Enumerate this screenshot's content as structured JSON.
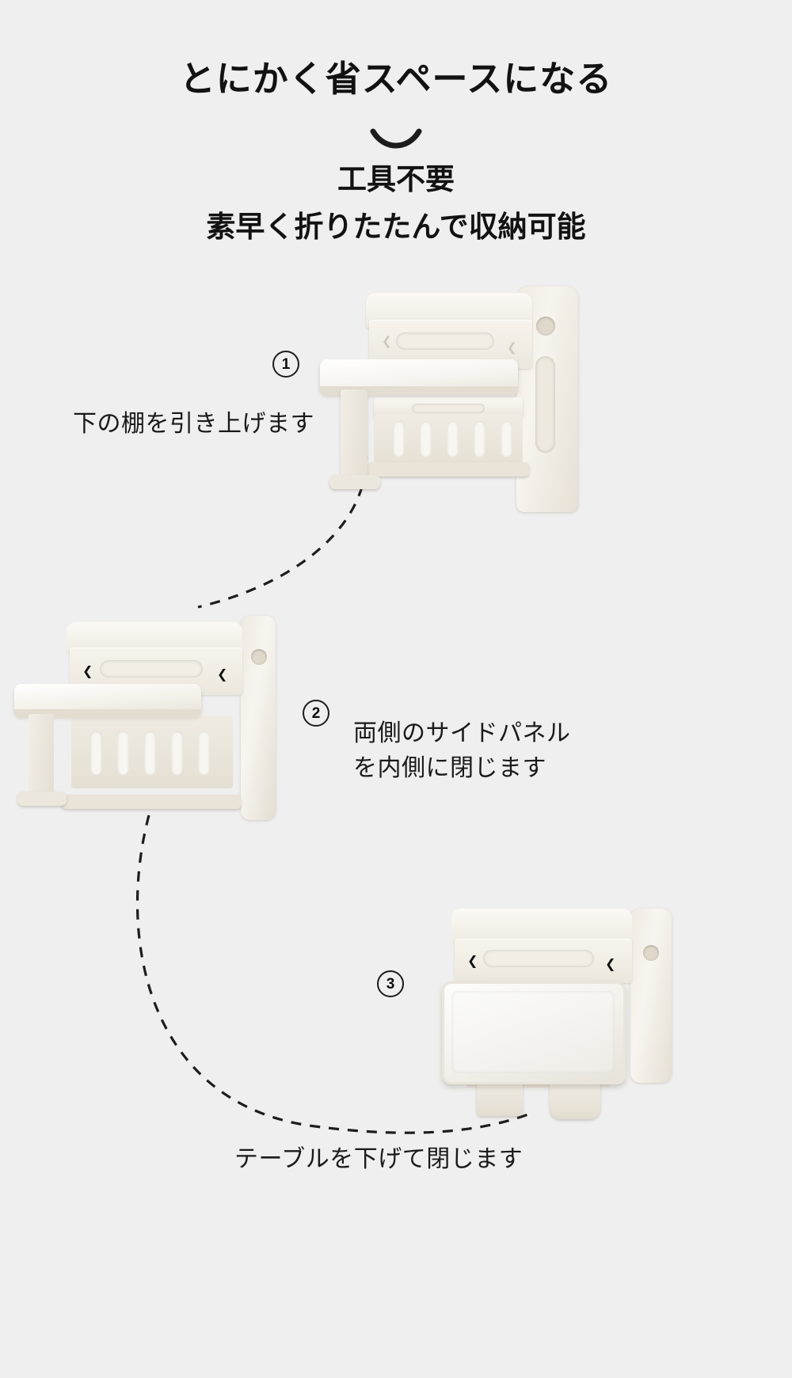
{
  "page": {
    "background_color": "#efefef",
    "text_color": "#121212"
  },
  "header": {
    "main_title": "とにかく省スペースになる",
    "divider_icon": "smile-curve-divider",
    "subtitle_line1": "工具不要",
    "subtitle_line2": "素早く折りたたんで収納可能"
  },
  "steps": [
    {
      "number": "1",
      "marker_label": "①",
      "caption": "下の棚を引き上げます",
      "illustration": "folding-desk-open-with-shelf-raised"
    },
    {
      "number": "2",
      "marker_label": "②",
      "caption_line1": "両側のサイドパネル",
      "caption_line2": "を内側に閉じます",
      "illustration": "folding-desk-side-panels-closed"
    },
    {
      "number": "3",
      "marker_label": "③",
      "caption": "テーブルを下げて閉じます",
      "illustration": "folding-desk-table-folded-down"
    }
  ],
  "arrows": [
    {
      "name": "arrow-step1-to-step2",
      "style": "dashed-curve"
    },
    {
      "name": "arrow-step2-to-step3",
      "style": "dashed-curve"
    }
  ],
  "colors": {
    "background": "#efefef",
    "heading": "#121212",
    "caption": "#1a1a1a",
    "product_cream": "#f4f0e9",
    "product_shade": "#e3ddd1",
    "arrow_stroke": "#1d1d1d"
  }
}
